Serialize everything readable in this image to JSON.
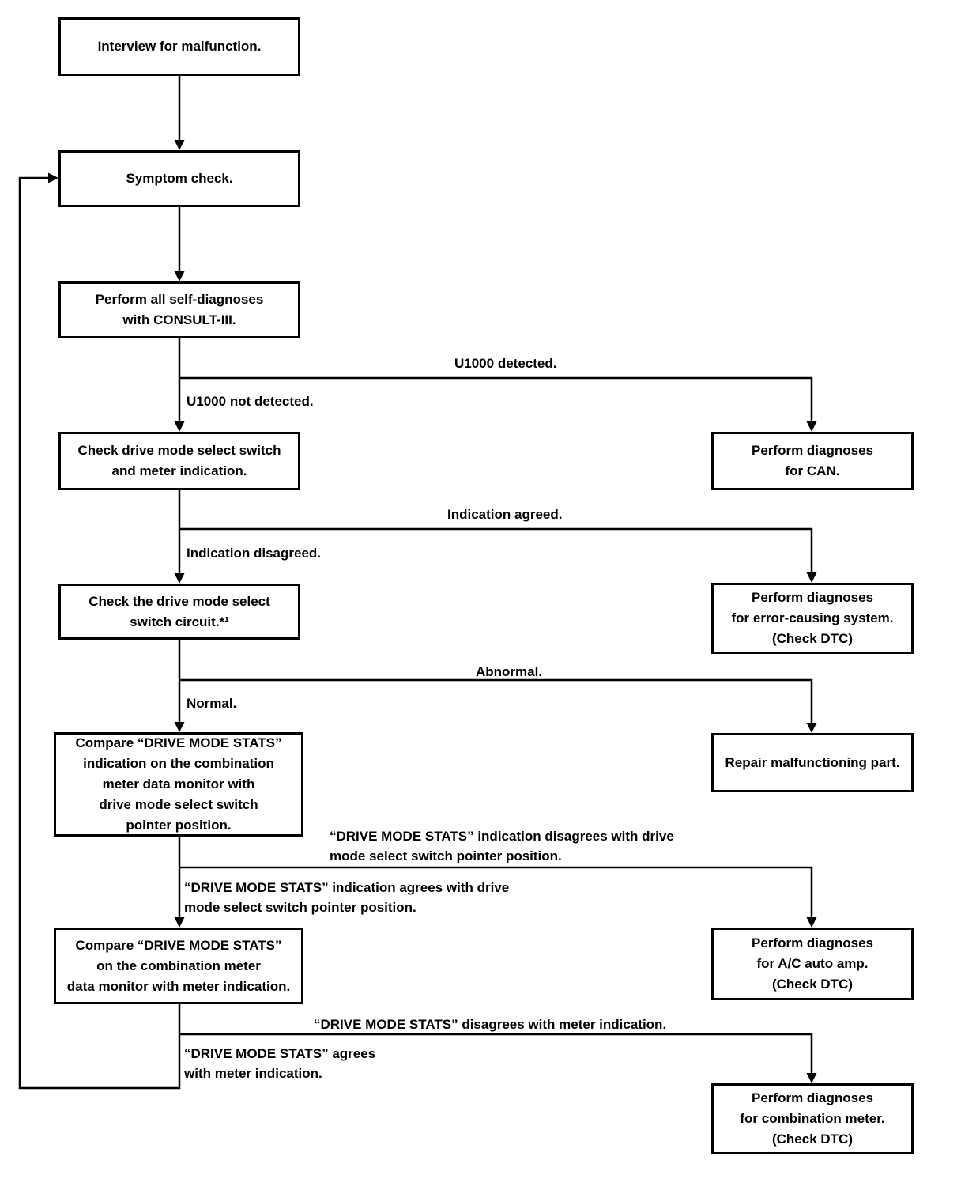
{
  "colors": {
    "line": "#000000",
    "background": "#ffffff",
    "text": "#000000"
  },
  "diagram": {
    "type": "flowchart",
    "nodes": {
      "interview": {
        "label": "Interview for malfunction."
      },
      "symptom": {
        "label": "Symptom check."
      },
      "self_diag": {
        "label": "Perform all self-diagnoses\nwith CONSULT-III."
      },
      "check_switch": {
        "label": "Check drive mode select switch\nand meter indication."
      },
      "check_circuit": {
        "label": "Check the drive mode select\nswitch circuit.*¹"
      },
      "compare_pointer": {
        "label": "Compare “DRIVE MODE STATS”\nindication on the combination\nmeter data monitor with\ndrive mode select switch\npointer position."
      },
      "compare_meter": {
        "label": "Compare “DRIVE MODE STATS”\non the combination meter\ndata monitor with meter indication."
      },
      "diag_can": {
        "label": "Perform diagnoses\nfor CAN."
      },
      "diag_error": {
        "label": "Perform diagnoses\nfor error-causing system.\n(Check DTC)"
      },
      "repair": {
        "label": "Repair malfunctioning part."
      },
      "diag_ac": {
        "label": "Perform diagnoses\nfor A/C auto amp.\n(Check DTC)"
      },
      "diag_combo": {
        "label": "Perform diagnoses\nfor combination meter.\n(Check DTC)"
      }
    },
    "edges": {
      "u1000_detected": {
        "label": "U1000 detected."
      },
      "u1000_not_detected": {
        "label": "U1000 not detected."
      },
      "indication_agreed": {
        "label": "Indication agreed."
      },
      "indication_disagreed": {
        "label": "Indication disagreed."
      },
      "abnormal": {
        "label": "Abnormal."
      },
      "normal": {
        "label": "Normal."
      },
      "stats_disagrees_pointer": {
        "label": "“DRIVE MODE STATS” indication disagrees with drive\nmode select switch pointer position."
      },
      "stats_agrees_pointer": {
        "label": "“DRIVE MODE STATS” indication agrees with drive\nmode select switch pointer position."
      },
      "stats_disagrees_meter": {
        "label": "“DRIVE MODE STATS” disagrees with meter indication."
      },
      "stats_agrees_meter": {
        "label": "“DRIVE MODE STATS” agrees\nwith meter indication."
      }
    }
  }
}
